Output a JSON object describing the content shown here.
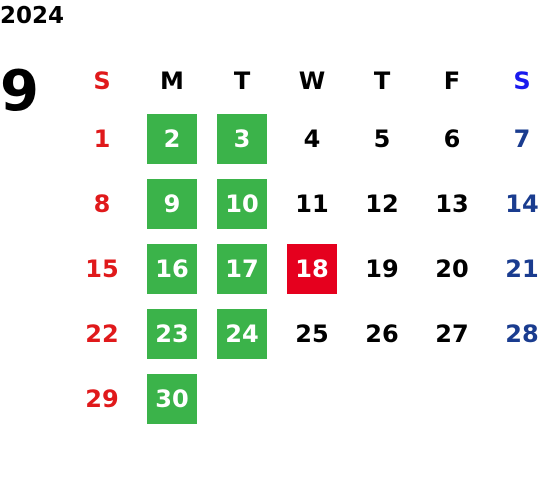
{
  "calendar": {
    "year": "2024",
    "month": "9",
    "weekdays": [
      "S",
      "M",
      "T",
      "W",
      "T",
      "F",
      "S"
    ],
    "start_weekday_index": 0,
    "days": [
      "1",
      "2",
      "3",
      "4",
      "5",
      "6",
      "7",
      "8",
      "9",
      "10",
      "11",
      "12",
      "13",
      "14",
      "15",
      "16",
      "17",
      "18",
      "19",
      "20",
      "21",
      "22",
      "23",
      "24",
      "25",
      "26",
      "27",
      "28",
      "29",
      "30"
    ],
    "green_days": [
      "2",
      "3",
      "9",
      "10",
      "16",
      "17",
      "23",
      "24",
      "30"
    ],
    "red_days": [
      "18"
    ]
  },
  "colors": {
    "sunday": "#e0191b",
    "saturday_header": "#1a1aee",
    "saturday_days": "#1a3c8f",
    "green_highlight": "#3bb34a",
    "red_highlight": "#e5001e"
  }
}
